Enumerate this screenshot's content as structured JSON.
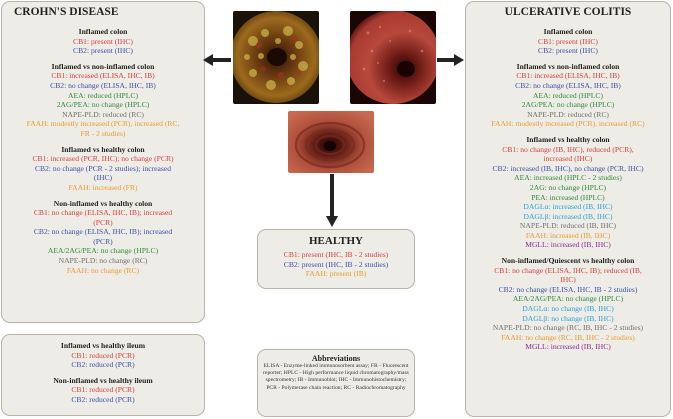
{
  "crohns": {
    "title": "CROHN'S DISEASE",
    "sections": [
      {
        "heading": "Inflamed colon",
        "lines": [
          {
            "text": "CB1: present (IHC)",
            "color": "red"
          },
          {
            "text": "CB2: present (IHC)",
            "color": "blue"
          }
        ]
      },
      {
        "heading": "Inflamed vs non-inflamed colon",
        "lines": [
          {
            "text": "CB1: increased (ELISA, IHC, IB)",
            "color": "red"
          },
          {
            "text": "CB2: no change (ELISA, IHC, IB)",
            "color": "blue"
          },
          {
            "text": "AEA: reduced (HPLC)",
            "color": "green"
          },
          {
            "text": "2AG/PEA: no change (HPLC)",
            "color": "green"
          },
          {
            "text": "NAPE-PLD: reduced (RC)",
            "color": "grey"
          },
          {
            "text": "FAAH: modestly increased (PCR), increased (RC,",
            "color": "orange"
          },
          {
            "text": "FR - 2 studies)",
            "color": "orange"
          }
        ]
      },
      {
        "heading": "Inflamed vs healthy colon",
        "lines": [
          {
            "text": "CB1: increased (PCR, IHC); no change (PCR)",
            "color": "red"
          },
          {
            "text": "CB2: no change (PCR - 2 studies); increased",
            "color": "blue"
          },
          {
            "text": "(IHC)",
            "color": "blue"
          },
          {
            "text": "FAAH: increased (FR)",
            "color": "orange"
          }
        ]
      },
      {
        "heading": "Non-inflamed vs healthy colon",
        "lines": [
          {
            "text": "CB1: no change (ELISA, IHC, IB); increased",
            "color": "red"
          },
          {
            "text": "(PCR)",
            "color": "red"
          },
          {
            "text": "CB2: no change (ELISA, IHC, IB); increased",
            "color": "blue"
          },
          {
            "text": "(PCR)",
            "color": "blue"
          },
          {
            "text": "AEA/2AG/PEA: no change (HPLC)",
            "color": "green"
          },
          {
            "text": "NAPE-PLD: no change (RC)",
            "color": "grey"
          },
          {
            "text": "FAAH: no change (RC)",
            "color": "orange"
          }
        ]
      }
    ]
  },
  "ileum": {
    "sections": [
      {
        "heading": "Inflamed vs healthy ileum",
        "lines": [
          {
            "text": "CB1: reduced (PCR)",
            "color": "red"
          },
          {
            "text": "CB2: reduced (PCR)",
            "color": "blue"
          }
        ]
      },
      {
        "heading": "Non-inflamed vs healthy ileum",
        "lines": [
          {
            "text": "CB1: reduced (PCR)",
            "color": "red"
          },
          {
            "text": "CB2: reduced (PCR)",
            "color": "blue"
          }
        ]
      }
    ]
  },
  "healthy": {
    "title": "HEALTHY",
    "lines": [
      {
        "text": "CB1: present (IHC, IB - 2 studies)",
        "color": "red"
      },
      {
        "text": "CB2: present (IHC, IB - 2 studies)",
        "color": "blue"
      },
      {
        "text": "FAAH: present (IB)",
        "color": "orange"
      }
    ]
  },
  "abbreviations": {
    "title": "Abbreviations",
    "text": "ELISA - Enzyme-linked immunosorbent assay; FR - Fluorescent reporter; HPLC - High performance liquid chromatography/mass spectrometry; IB - Immunoblot; IHC - Immunohistochemistry; PCR - Polymerase chain reaction; RC - Radiochromatography"
  },
  "uc": {
    "title": "ULCERATIVE COLITIS",
    "sections": [
      {
        "heading": "Inflamed colon",
        "lines": [
          {
            "text": "CB1: present (IHC)",
            "color": "red"
          },
          {
            "text": "CB2: present (IHC)",
            "color": "blue"
          }
        ]
      },
      {
        "heading": "Inflamed vs non-inflamed colon",
        "lines": [
          {
            "text": "CB1: increased (ELISA, IHC, IB)",
            "color": "red"
          },
          {
            "text": "CB2: no change (ELISA, IHC, IB)",
            "color": "blue"
          },
          {
            "text": "AEA: reduced (HPLC)",
            "color": "green"
          },
          {
            "text": "2AG/PEA: no change (HPLC)",
            "color": "green"
          },
          {
            "text": "NAPE-PLD: reduced (RC)",
            "color": "grey"
          },
          {
            "text": "FAAH: modestly increased (PCR), increased (RC)",
            "color": "orange"
          }
        ]
      },
      {
        "heading": "Inflamed vs healthy colon",
        "lines": [
          {
            "text": "CB1: no change (IB, IHC), reduced (PCR),",
            "color": "red"
          },
          {
            "text": "increased (IHC)",
            "color": "red"
          },
          {
            "text": "CB2: increased (IB, IHC), no change (PCR, IHC)",
            "color": "blue"
          },
          {
            "text": "AEA: increased (HPLC - 2 studies)",
            "color": "green"
          },
          {
            "text": "2AG: no change (HPLC)",
            "color": "green"
          },
          {
            "text": "PEA: increased (HPLC)",
            "color": "green"
          },
          {
            "text": "DAGLα: increased (IB, IHC)",
            "color": "cyan"
          },
          {
            "text": "DAGLβ: increased (IB, IHC)",
            "color": "cyan"
          },
          {
            "text": "NAPE-PLD: reduced (IB, IHC)",
            "color": "grey"
          },
          {
            "text": "FAAH: increased (IB, IHC)",
            "color": "orange"
          },
          {
            "text": "MGLL: increased (IB, IHC)",
            "color": "purple"
          }
        ]
      },
      {
        "heading": "Non-inflamed/Quiescent vs healthy colon",
        "lines": [
          {
            "text": "CB1: no change (ELISA, IHC, IB); reduced (IB,",
            "color": "red"
          },
          {
            "text": "IHC)",
            "color": "red"
          },
          {
            "text": "CB2: no change (ELISA, IHC, IB - 2 studies)",
            "color": "blue"
          },
          {
            "text": "AEA/2AG/PEA: no change (HPLC)",
            "color": "green"
          },
          {
            "text": "DAGLα: no change (IB, IHC)",
            "color": "cyan"
          },
          {
            "text": "DAGLβ: no change (IB, IHC)",
            "color": "cyan"
          },
          {
            "text": "NAPE-PLD: no change (RC, IB, IHC - 2 studies)",
            "color": "grey"
          },
          {
            "text": "FAAH: no change (RC, IB, IHC - 2 studies)",
            "color": "orange"
          },
          {
            "text": "MGLL: increased (IB, IHC)",
            "color": "purple"
          }
        ]
      }
    ]
  },
  "colors": {
    "red": "#d8403c",
    "blue": "#3a4fa8",
    "green": "#2e8a3a",
    "grey": "#6f6f6f",
    "orange": "#e99a30",
    "cyan": "#2aa2d6",
    "purple": "#8a2a8a"
  }
}
